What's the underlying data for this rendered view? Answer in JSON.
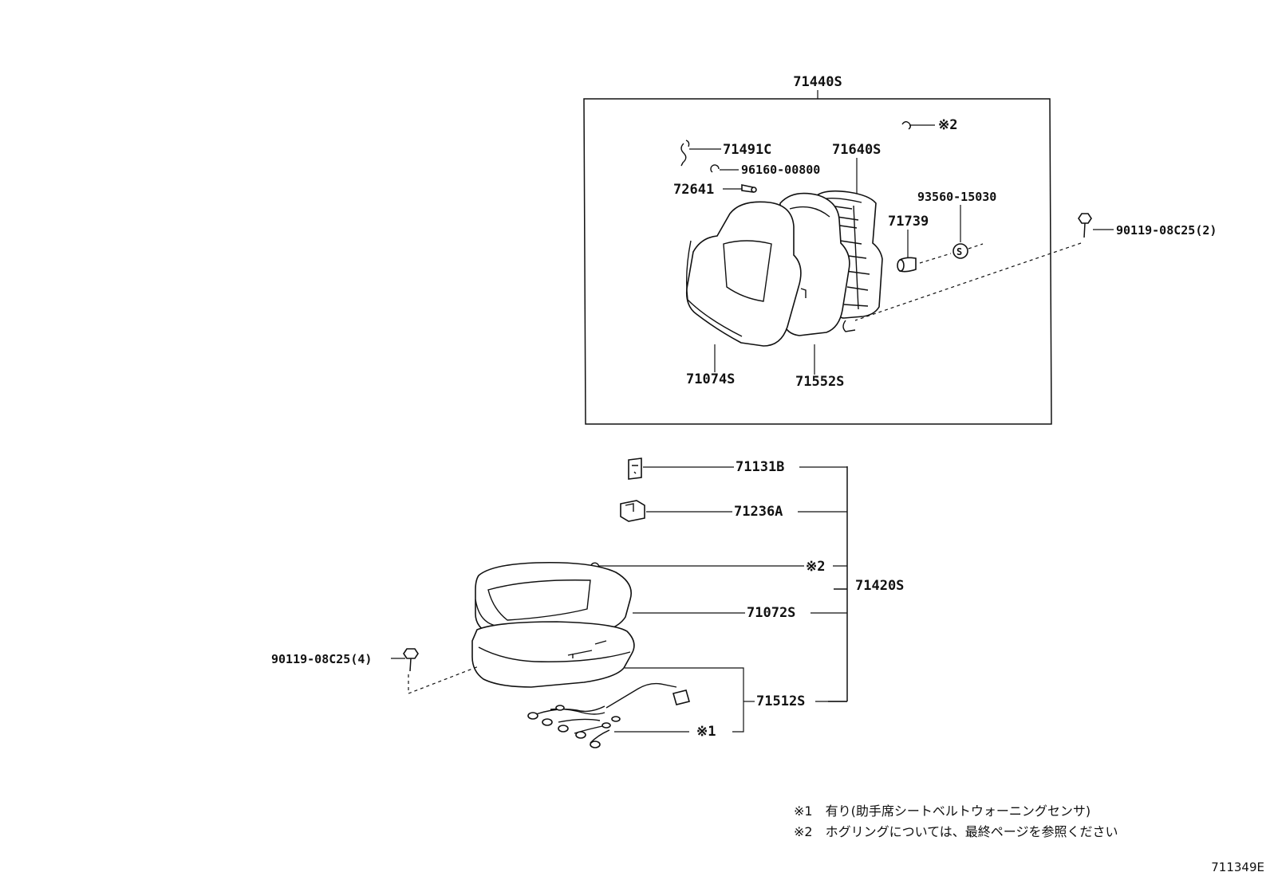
{
  "parts": {
    "backrest_assy": "71440S",
    "hog_ring_top": "※2",
    "p71491c": "71491C",
    "p71640s": "71640S",
    "p96160": "96160-00800",
    "p72641": "72641",
    "p93560": "93560-15030",
    "p71739": "71739",
    "bolt_top": "90119-08C25(2)",
    "p71074s": "71074S",
    "p71552s": "71552S",
    "p71131b": "71131B",
    "p71236a": "71236A",
    "hog_ring_bottom": "※2",
    "cushion_assy": "71420S",
    "p71072s": "71072S",
    "bolt_bottom": "90119-08C25(4)",
    "p71512s": "71512S",
    "sensor_note_mark": "※1"
  },
  "notes": [
    "※1　有り(助手席シートベルトウォーニングセンサ)",
    "※2　ホグリングについては、最終ページを参照ください"
  ],
  "diagram_id": "711349E"
}
